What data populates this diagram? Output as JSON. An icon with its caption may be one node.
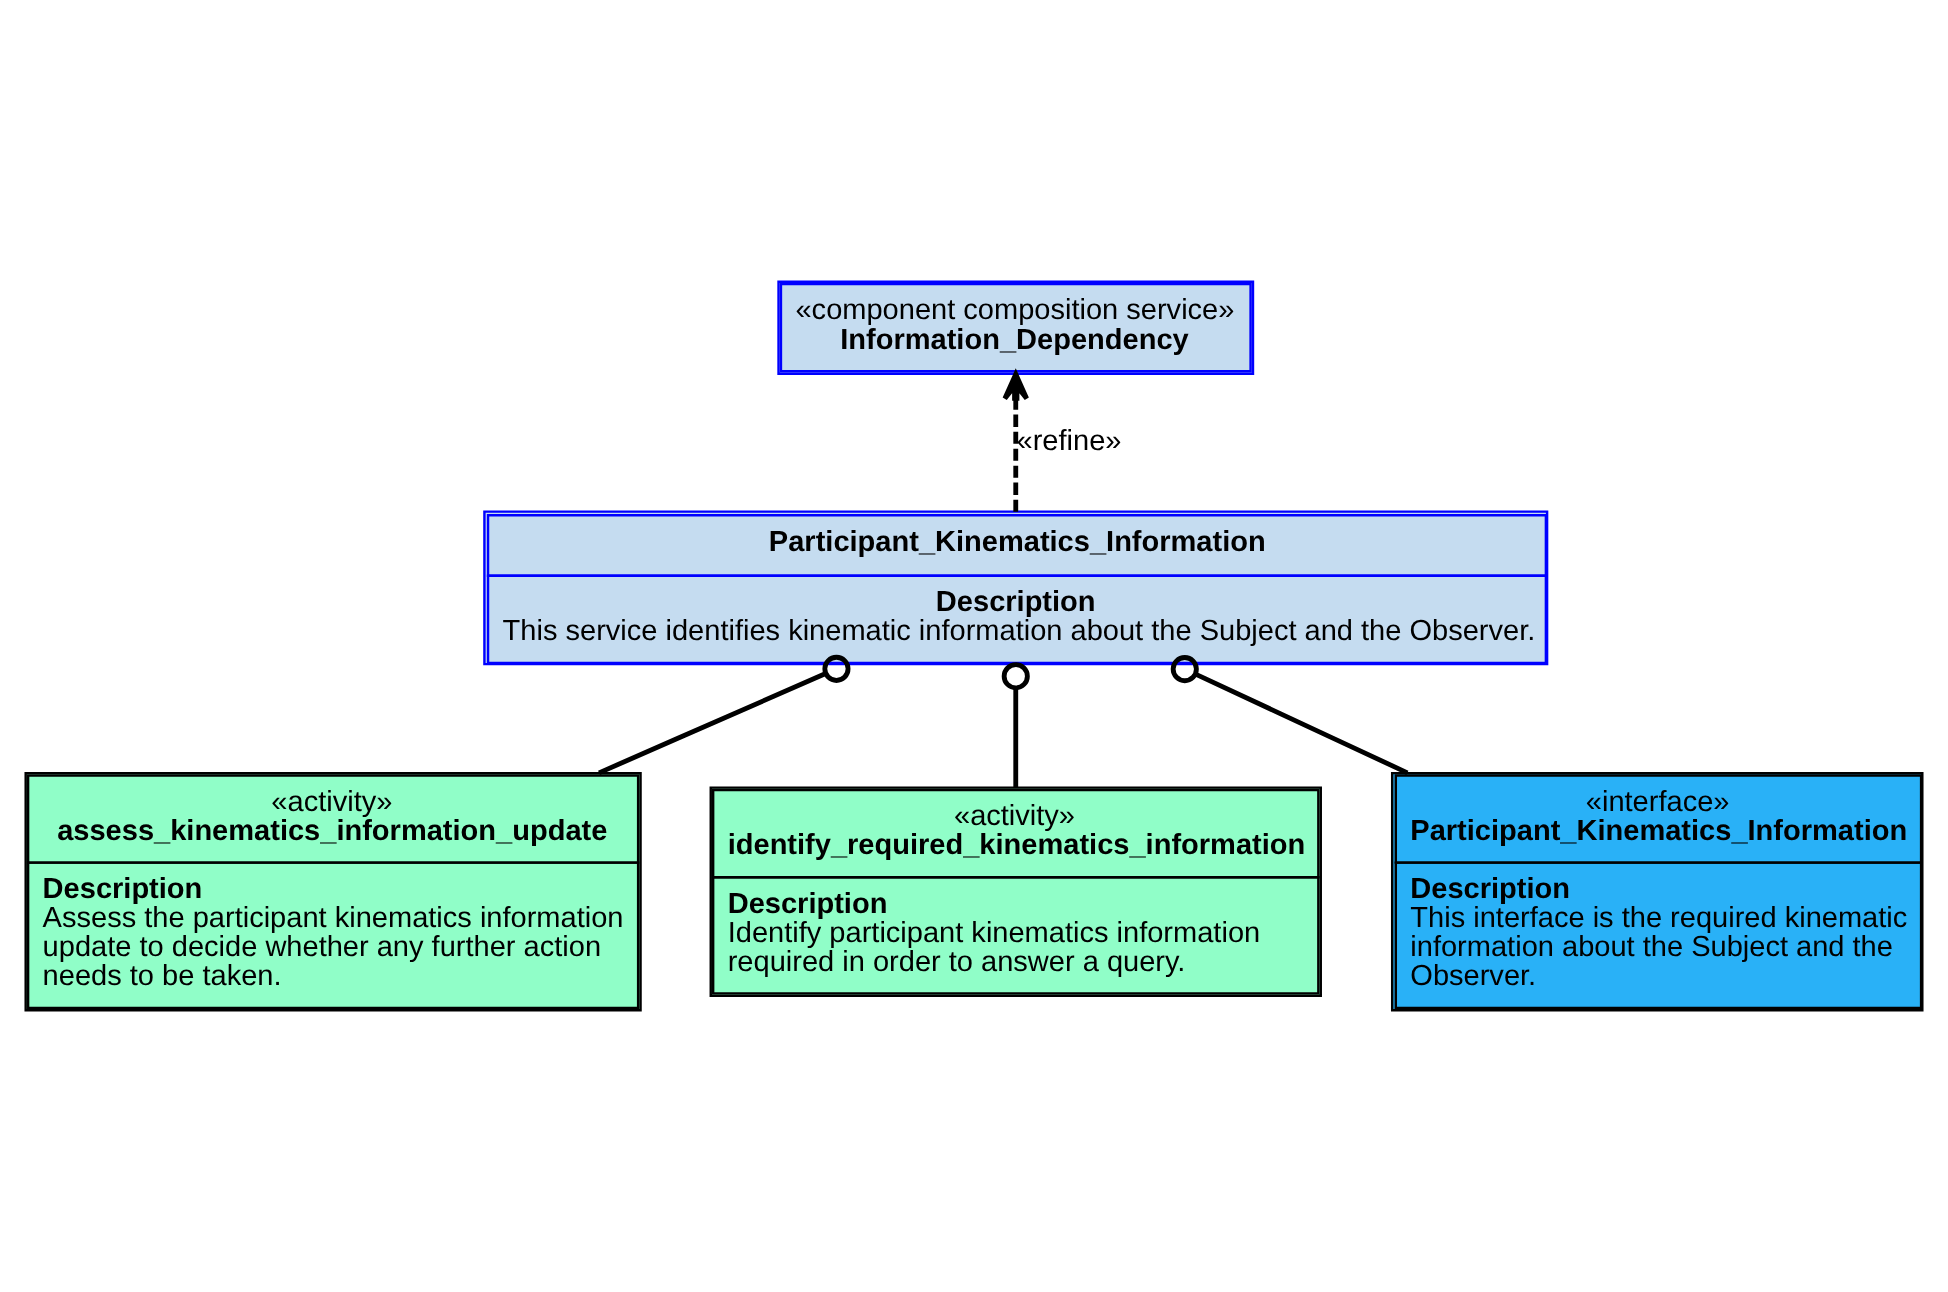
{
  "diagram": {
    "nodes": [
      {
        "text": [
          "«component composition service»",
          "Information_Dependency"
        ]
      },
      {
        "text": [
          "Participant_Kinematics_Information",
          "Description",
          "This service identifies kinematic information about the Subject and the Observer."
        ]
      },
      {
        "text": [
          "«activity»",
          "assess_kinematics_information_update",
          "Description",
          "Assess the participant kinematics information update to decide whether any further action needs to be taken."
        ]
      },
      {
        "text": [
          "«activity»",
          "identify_required_kinematics_information",
          "Description",
          "Identify participant kinematics information required in order to answer a query."
        ]
      },
      {
        "text": [
          "«interface»",
          "Participant_Kinematics_Information",
          "Description",
          "This interface is the required kinematic information about the Subject and the Observer."
        ]
      }
    ],
    "edges": [
      {
        "from": 1,
        "to": 0,
        "arrow": "to",
        "label": "«refine»",
        "style": "dashed"
      },
      {
        "from": 2,
        "to": 1,
        "arrow": "other"
      },
      {
        "from": 3,
        "to": 1,
        "arrow": "other"
      },
      {
        "from": 4,
        "to": 1,
        "arrow": "other"
      }
    ]
  }
}
